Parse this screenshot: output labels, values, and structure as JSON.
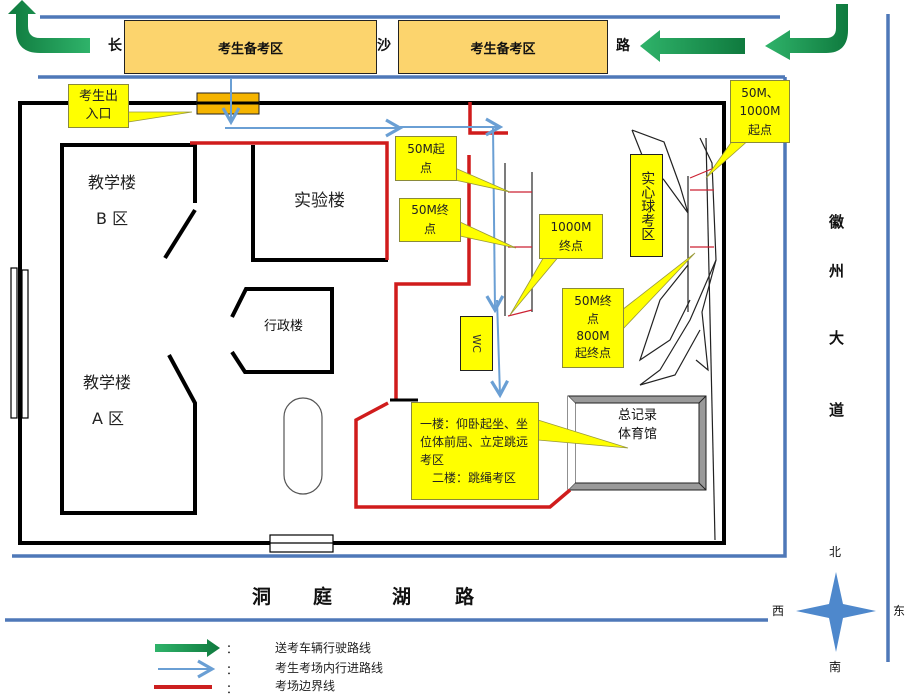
{
  "roads": {
    "north": [
      "长",
      "沙",
      "路"
    ],
    "south": [
      "洞",
      "庭",
      "湖",
      "路"
    ],
    "east": [
      "徽",
      "州",
      "大",
      "道"
    ]
  },
  "prep_areas": [
    {
      "label": "考生备考区"
    },
    {
      "label": "考生备考区"
    }
  ],
  "buildings": {
    "teaching_b": {
      "line1": "教学楼",
      "line2": "B 区"
    },
    "teaching_a": {
      "line1": "教学楼",
      "line2": "A 区"
    },
    "lab": "实验楼",
    "admin": "行政楼",
    "gym": {
      "line1": "总记录",
      "line2": "体育馆"
    },
    "wc": "WC"
  },
  "callouts": {
    "entrance": {
      "line1": "考生出",
      "line2": "入口"
    },
    "start_50m": {
      "line1": "50M起",
      "line2": "点"
    },
    "finish_50m": {
      "line1": "50M终",
      "line2": "点"
    },
    "finish_1000m": {
      "line1": "1000M",
      "line2": "终点"
    },
    "start_50m_1000m": {
      "line1": "50M、",
      "line2": "1000M",
      "line3": "起点"
    },
    "finish_50m_800m": {
      "line1": "50M终",
      "line2": "点",
      "line3": "800M",
      "line4": "起终点"
    },
    "medicine_ball": "实心球考区",
    "gym_floors": {
      "line1": "一楼：仰卧起坐、坐",
      "line2": "位体前屈、立定跳远",
      "line3": "考区",
      "line4": "二楼：跳绳考区"
    }
  },
  "compass": {
    "north": "北",
    "south": "南",
    "west": "西",
    "east": "东"
  },
  "legend": [
    {
      "symbol": "green-arrow",
      "colon": "：",
      "label": "送考车辆行驶路线",
      "color": "#1e9e5a"
    },
    {
      "symbol": "blue-arrow",
      "colon": "：",
      "label": "考生考场内行进路线",
      "color": "#6a9fd4"
    },
    {
      "symbol": "red-line",
      "colon": "：",
      "label": "考场边界线",
      "color": "#cc1f1f"
    }
  ],
  "colors": {
    "road_line": "#4f78b8",
    "boundary": "#d01c1c",
    "vehicle_route": "#1f9a55",
    "student_route": "#6a9fd4",
    "callout": "#ffff00",
    "prep_area": "#fcd46d",
    "entrance_gate": "#f5b400",
    "compass": "#4e88cc"
  }
}
